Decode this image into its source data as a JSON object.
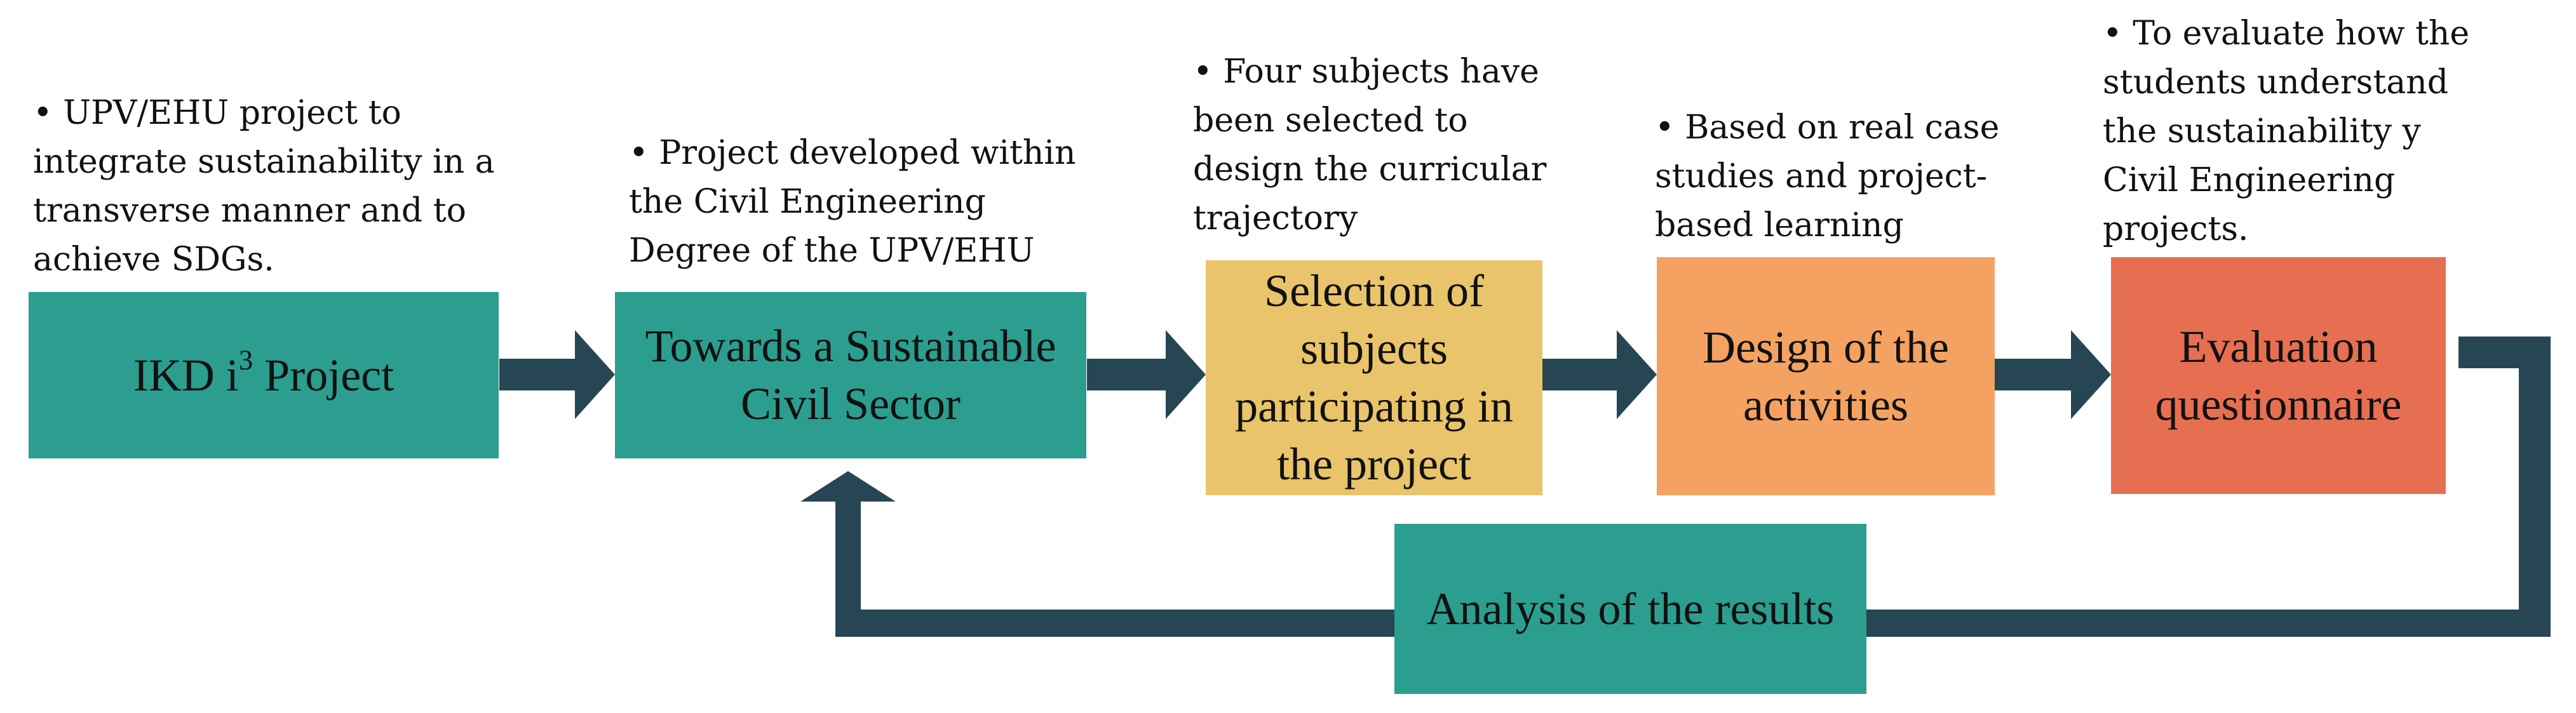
{
  "colors": {
    "teal": "#2b9e8f",
    "yellow": "#e9c46a",
    "orange": "#f4a261",
    "red": "#e76f51",
    "arrow": "#264653"
  },
  "notes": {
    "n1": [
      "• UPV/EHU  project to",
      "integrate sustainability in a",
      "transverse manner and to",
      "achieve SDGs."
    ],
    "n2": [
      "• Project developed within",
      "the Civil Engineering",
      "Degree of the UPV/EHU"
    ],
    "n3": [
      "• Four subjects have",
      "been  selected to",
      "design the curricular",
      "trajectory"
    ],
    "n4": [
      "• Based on real case",
      "studies and project-",
      "based learning"
    ],
    "n5": [
      "• To evaluate how the",
      "students understand",
      "the sustainability y",
      "Civil Engineering",
      "projects."
    ]
  },
  "boxes": {
    "b1": {
      "prefix": "IKD i",
      "sup": "3",
      "suffix": " Project"
    },
    "b2": [
      "Towards a Sustainable",
      "Civil Sector"
    ],
    "b3": [
      "Selection of",
      "subjects",
      "participating in",
      "the project"
    ],
    "b4": [
      "Design of the",
      "activities"
    ],
    "b5": [
      "Evaluation",
      "questionnaire"
    ],
    "b6": [
      "Analysis of the results"
    ]
  }
}
